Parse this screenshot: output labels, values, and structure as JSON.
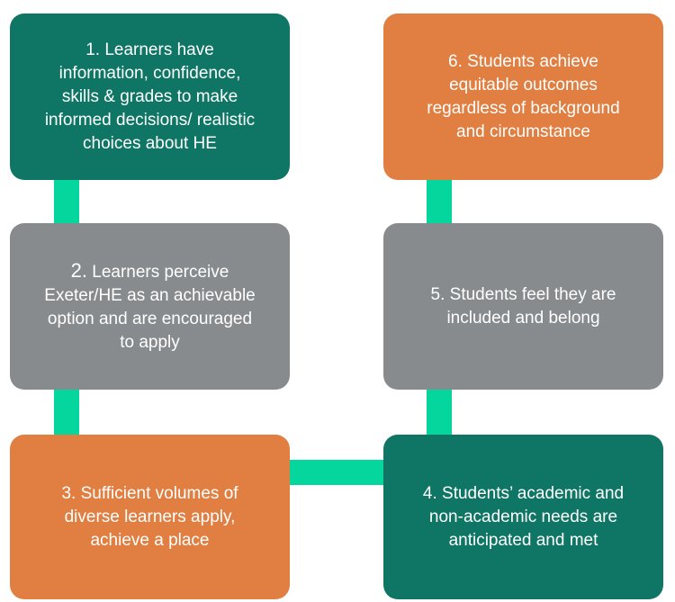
{
  "colors": {
    "green": "#0f7565",
    "grey": "#888b8e",
    "orange": "#e07f41",
    "connector": "#05d69e",
    "text": "#ffffff"
  },
  "steps": [
    {
      "number": "1.",
      "text": "Learners have\ninformation, confidence,\nskills & grades to make\ninformed decisions/ realistic\nchoices about HE",
      "color": "green"
    },
    {
      "number": "2.",
      "text": "Learners perceive\nExeter/HE as an achievable\noption and are encouraged\nto apply",
      "color": "grey"
    },
    {
      "number": "3.",
      "text": "Sufficient volumes of\ndiverse learners apply,\nachieve a place",
      "color": "orange"
    },
    {
      "number": "4.",
      "text": "Students’ academic and\nnon-academic needs are\nanticipated and met",
      "color": "green"
    },
    {
      "number": "5.",
      "text": "Students feel they are\nincluded and belong",
      "color": "grey"
    },
    {
      "number": "6.",
      "text": "Students achieve\nequitable outcomes\nregardless of background\nand circumstance",
      "color": "orange"
    }
  ]
}
